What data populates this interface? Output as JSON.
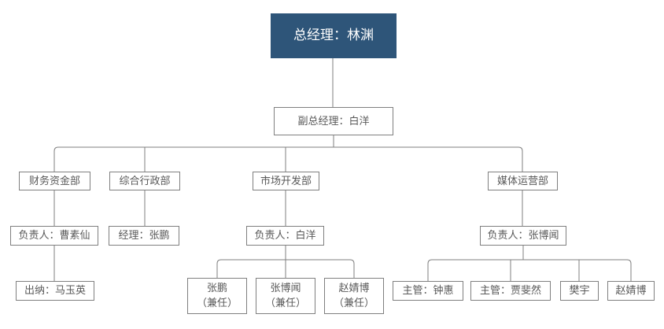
{
  "theme": {
    "root_bg": "#2E5579",
    "root_text": "#FFFFFF",
    "box_border": "#7F7F7F",
    "box_text": "#595959",
    "line_color": "#7F7F7F",
    "background": "#FFFFFF"
  },
  "org": {
    "root": {
      "label": "总经理：林渊"
    },
    "vice": {
      "label": "副总经理：白洋"
    },
    "departments": [
      {
        "label": "财务资金部"
      },
      {
        "label": "综合行政部"
      },
      {
        "label": "市场开发部"
      },
      {
        "label": "媒体运营部"
      }
    ],
    "managers": [
      {
        "label": "负责人：曹素仙"
      },
      {
        "label": "经理：张鹏"
      },
      {
        "label": "负责人：白洋"
      },
      {
        "label": "负责人：张博闻"
      }
    ],
    "finance_staff": [
      {
        "label": "出纳：马玉英"
      }
    ],
    "market_staff": [
      {
        "label": "张鹏",
        "note": "（兼任）"
      },
      {
        "label": "张博闻",
        "note": "（兼任）"
      },
      {
        "label": "赵婧博",
        "note": "（兼任）"
      }
    ],
    "media_staff": [
      {
        "label": "主管：钟惠"
      },
      {
        "label": "主管：贾斐然"
      },
      {
        "label": "樊宇"
      },
      {
        "label": "赵婧博"
      }
    ]
  }
}
